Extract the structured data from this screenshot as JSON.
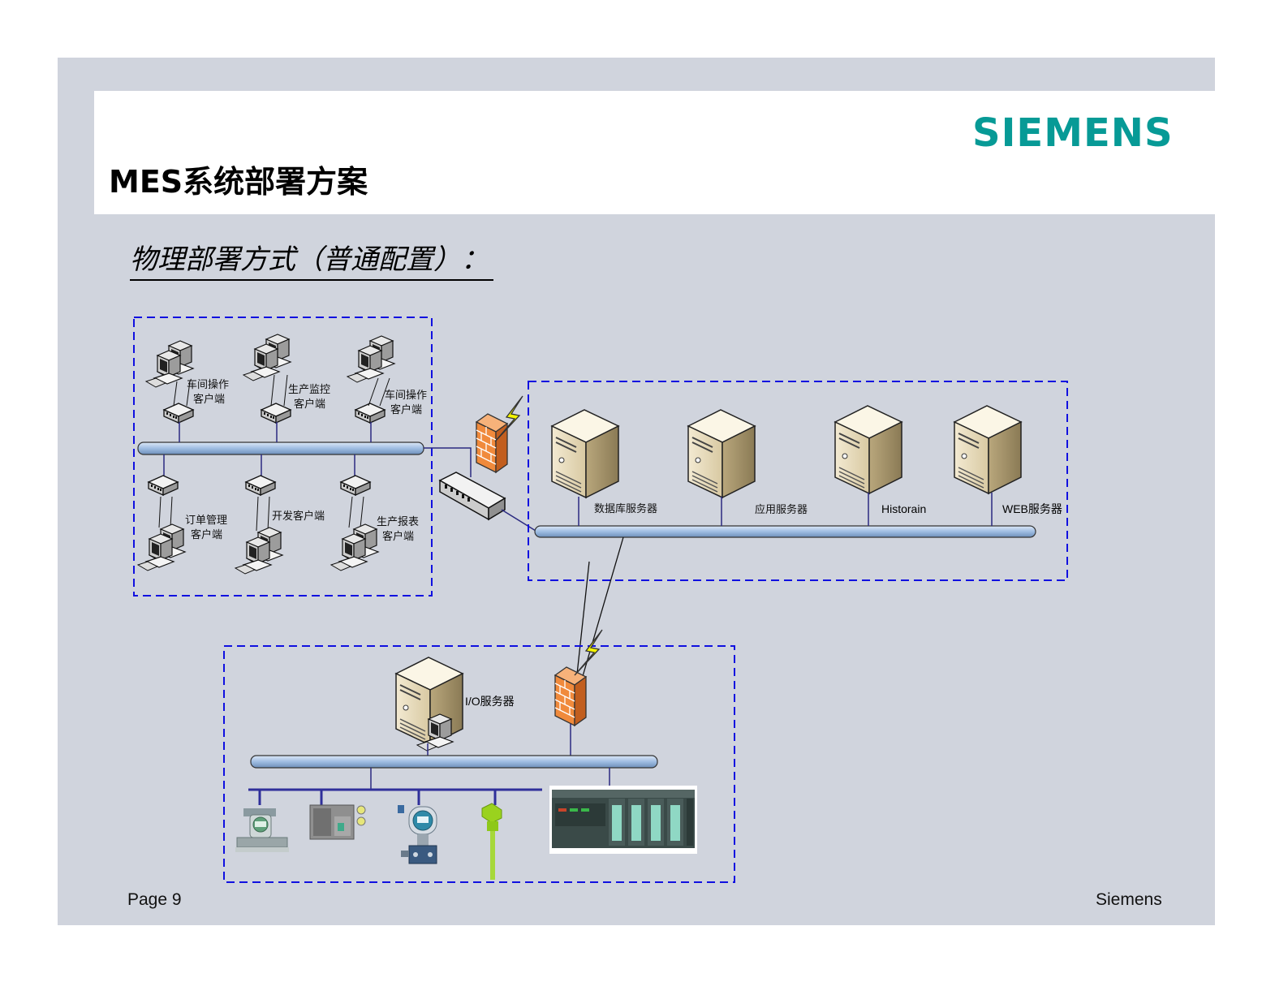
{
  "logo_text": "SIEMENS",
  "title": "MES系统部署方案",
  "subtitle": "物理部署方式（普通配置）：",
  "clients_top": [
    {
      "line1": "车间操作",
      "line2": "客户端"
    },
    {
      "line1": "生产监控",
      "line2": "客户端"
    },
    {
      "line1": "车间操作",
      "line2": "客户端"
    }
  ],
  "clients_bottom": [
    {
      "line1": "订单管理",
      "line2": "客户端"
    },
    {
      "line1": "开发客户端",
      "line2": ""
    },
    {
      "line1": "生产报表",
      "line2": "客户端"
    }
  ],
  "servers": [
    "数据库服务器",
    "应用服务器",
    "Historain",
    "WEB服务器"
  ],
  "io_server": "I/O服务器",
  "footer": {
    "page": "Page 9",
    "company": "Siemens"
  },
  "colors": {
    "accent": "#079a96",
    "group_border": "#1010e0",
    "bus_fill": "#a9c4e4",
    "firewall": "#f08a3c"
  }
}
